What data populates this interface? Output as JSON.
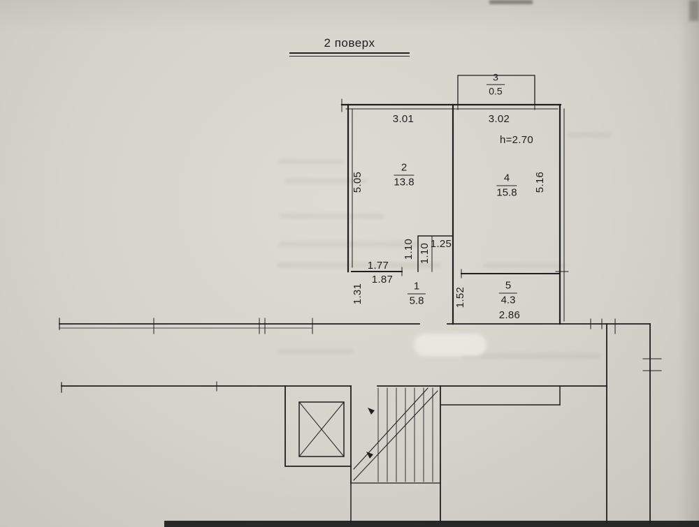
{
  "page": {
    "title": "2 поверх"
  },
  "floor_plan": {
    "rooms": {
      "room3": {
        "number": "3",
        "area": "0.5"
      },
      "room2": {
        "number": "2",
        "area": "13.8"
      },
      "room4": {
        "number": "4",
        "area": "15.8"
      },
      "room1": {
        "number": "1",
        "area": "5.8"
      },
      "room5": {
        "number": "5",
        "area": "4.3"
      }
    },
    "dimensions": {
      "room2_width": "3.01",
      "room4_width": "3.02",
      "ceiling_height": "h=2.70",
      "room2_depth": "5.05",
      "room4_depth": "5.16",
      "niche_depth_left": "1.10",
      "niche_depth_right": "1.10",
      "niche_width": "1.25",
      "hall_top_width": "1.77",
      "hall_width": "1.87",
      "hall_left_depth": "1.31",
      "room5_depth": "1.52",
      "room5_width": "2.86"
    }
  }
}
